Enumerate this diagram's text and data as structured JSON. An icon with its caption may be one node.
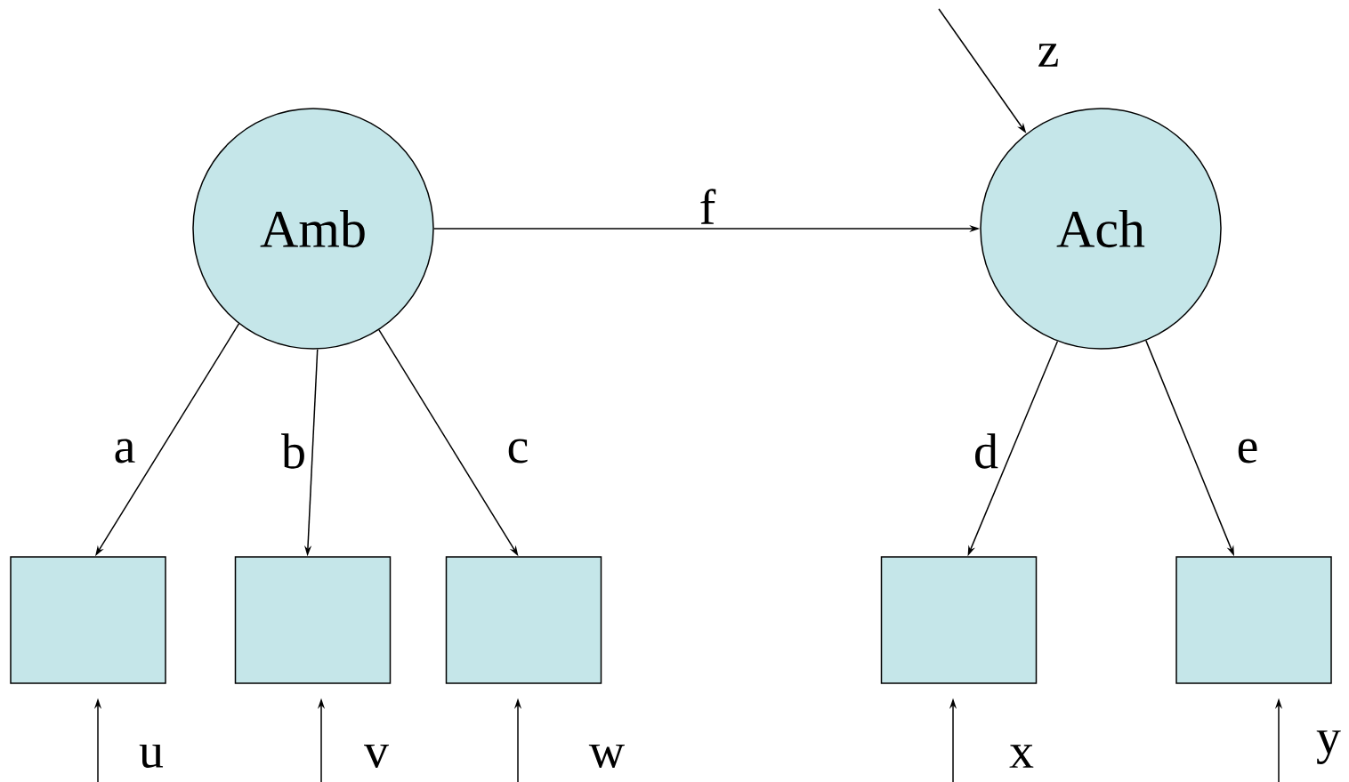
{
  "diagram": {
    "nodes": [
      {
        "text": [
          "Amb"
        ]
      },
      {
        "text": [
          "Ach"
        ]
      },
      {
        "text": [],
        "shape": "box"
      },
      {
        "text": [],
        "shape": "box"
      },
      {
        "text": [],
        "shape": "box"
      },
      {
        "text": [],
        "shape": "box"
      },
      {
        "text": [],
        "shape": "box"
      }
    ],
    "edges": [
      {
        "from": 0,
        "to": 1,
        "arrow": "to",
        "label": "f"
      },
      {
        "from": 0,
        "to": 2,
        "arrow": "to",
        "label": "a"
      },
      {
        "from": 0,
        "to": 3,
        "arrow": "to",
        "label": "b"
      },
      {
        "from": 0,
        "to": 4,
        "arrow": "to",
        "label": "c"
      },
      {
        "from": 1,
        "to": 5,
        "arrow": "to",
        "label": "d"
      },
      {
        "from": 1,
        "to": 6,
        "arrow": "to",
        "label": "e"
      },
      {
        "from": null,
        "to": 1,
        "arrow": "to",
        "label": "z"
      },
      {
        "from": null,
        "to": 2,
        "arrow": "to",
        "label": "u"
      },
      {
        "from": null,
        "to": 3,
        "arrow": "to",
        "label": "v"
      },
      {
        "from": null,
        "to": 4,
        "arrow": "to",
        "label": "w"
      },
      {
        "from": null,
        "to": 5,
        "arrow": "to",
        "label": "x"
      },
      {
        "from": null,
        "to": 6,
        "arrow": "to",
        "label": "y"
      }
    ]
  }
}
